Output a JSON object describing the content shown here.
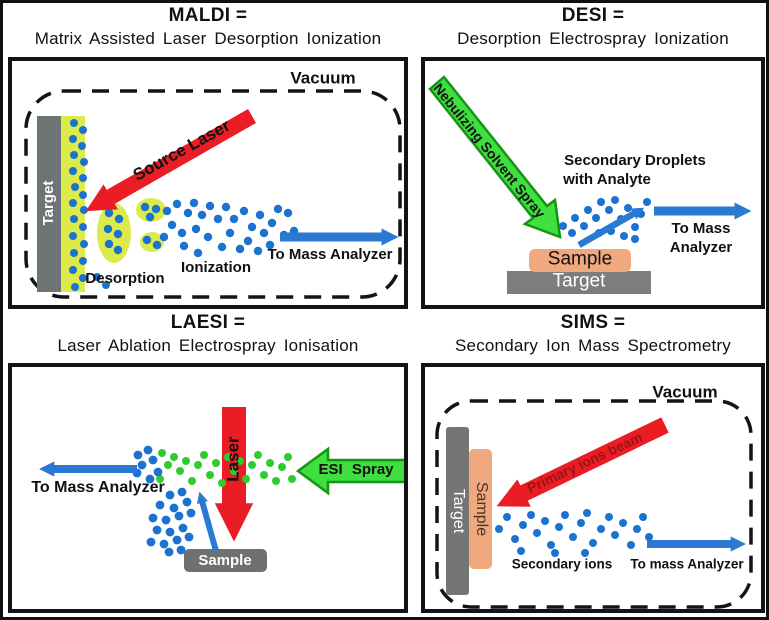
{
  "panels": {
    "maldi": {
      "title": "MALDI =",
      "subtitle": "Matrix Assisted Laser Desorption Ionization",
      "vacuum_label": "Vacuum",
      "target_label": "Target",
      "laser_label": "Source Laser",
      "desorption_label": "Desorption",
      "ionization_label": "Ionization",
      "analyzer_label": "To Mass Analyzer"
    },
    "desi": {
      "title": "DESI =",
      "subtitle": "Desorption Electrospray Ionization",
      "spray_label": "Nebulizing Solvent Spray",
      "droplets_label_line1": "Secondary Droplets",
      "droplets_label_line2": "with Analyte",
      "analyzer_label_line1": "To Mass",
      "analyzer_label_line2": "Analyzer",
      "sample_label": "Sample",
      "target_label": "Target"
    },
    "laesi": {
      "title": "LAESI =",
      "subtitle": "Laser Ablation Electrospray Ionisation",
      "laser_label": "Laser",
      "esi_label": "ESI Spray",
      "analyzer_label": "To Mass Analyzer",
      "sample_label": "Sample"
    },
    "sims": {
      "title": "SIMS =",
      "subtitle": "Secondary Ion Mass Spectrometry",
      "vacuum_label": "Vacuum",
      "target_label": "Target",
      "sample_label": "Sample",
      "beam_label": "Primary ions beam",
      "ions_label": "Secondary ions",
      "analyzer_label": "To mass Analyzer"
    }
  },
  "colors": {
    "red_arrow": "#ea1c24",
    "green_arrow": "#3fdf3f",
    "green_arrow_outline": "#159415",
    "blue_arrow": "#2a79d2",
    "blue_dot": "#1b72cf",
    "green_dot": "#2ecc2e",
    "matrix_yellow": "#dcea4a",
    "target_gray": "#6e7473",
    "sample_salmon": "#f0a87e",
    "beam_text_dark_red": "#9c1414"
  }
}
